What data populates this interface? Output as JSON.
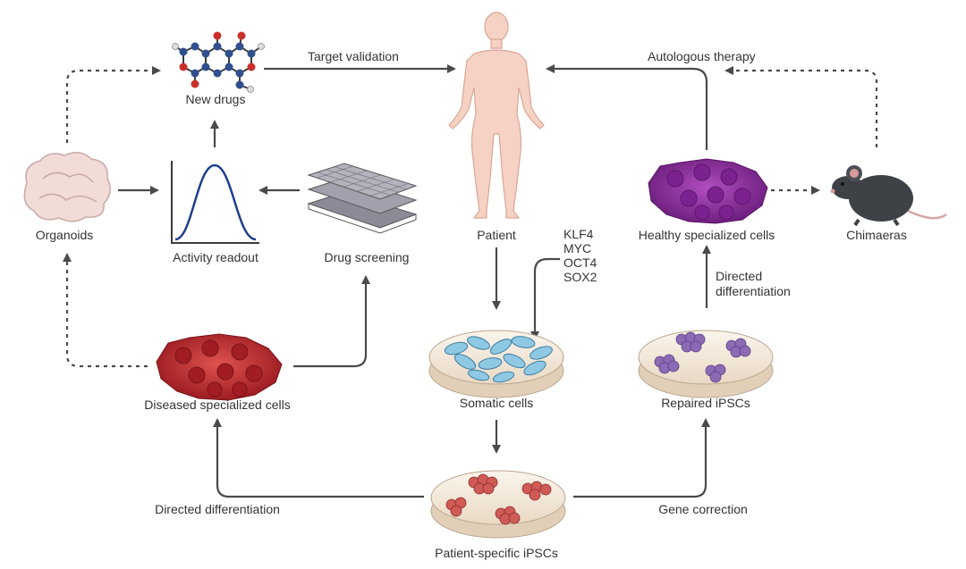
{
  "colors": {
    "arrow": "#4a4a4a",
    "skin": "#f6d2c4",
    "diseased_cell": "#c5282c",
    "healthy_cell": "#8e2f9e",
    "somatic_cell": "#8fc8e2",
    "ipsc_patient": "#cf5a56",
    "ipsc_repaired": "#8c6bb5",
    "dish": "#f4e9dc",
    "organoid": "#f1dcd8",
    "mouse": "#3e4247"
  },
  "icons": [
    "molecule-icon",
    "human-figure-icon",
    "organoid-icon",
    "bell-curve-icon",
    "plate-stack-icon",
    "cell-cluster-icon",
    "petri-dish-icon",
    "mouse-icon"
  ],
  "nodes": {
    "new_drugs": "New drugs",
    "patient": "Patient",
    "organoids": "Organoids",
    "activity_readout": "Activity readout",
    "drug_screening": "Drug screening",
    "healthy_cells": "Healthy specialized cells",
    "chimaeras": "Chimaeras",
    "diseased_cells": "Diseased specialized cells",
    "somatic_cells": "Somatic cells",
    "repaired_ipscs": "Repaired iPSCs",
    "patient_ipscs": "Patient-specific iPSCs"
  },
  "factors": [
    "KLF4",
    "MYC",
    "OCT4",
    "SOX2"
  ],
  "edges": {
    "target_validation": "Target validation",
    "autologous_therapy": "Autologous therapy",
    "directed_diff_right": [
      "Directed",
      "differentiation"
    ],
    "directed_diff_left": "Directed differentiation",
    "gene_correction": "Gene correction"
  }
}
